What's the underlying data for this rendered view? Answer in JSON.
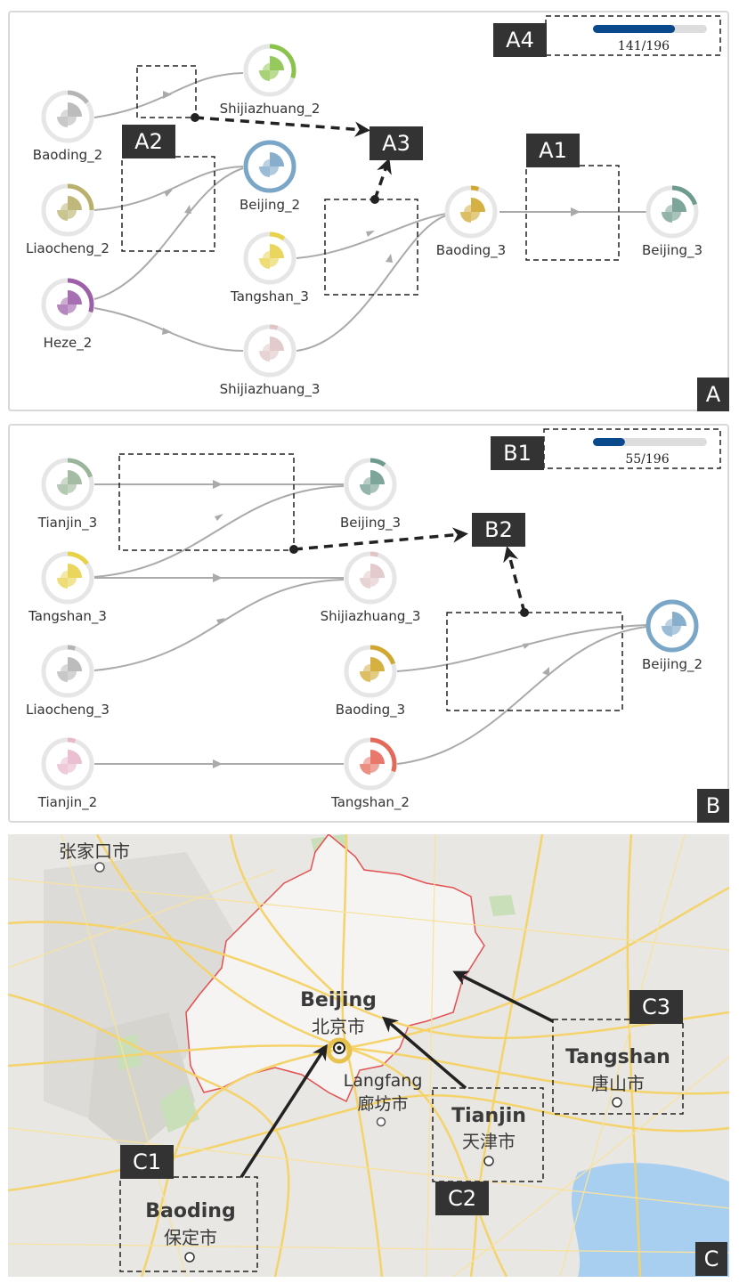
{
  "panels": {
    "a": "A",
    "b": "B",
    "c": "C"
  },
  "colors": {
    "gray": "#b5b5b5",
    "green": "#8bc34a",
    "blue": "#7aa6c8",
    "olive": "#b8b06b",
    "purple": "#9d5fa8",
    "yellow": "#e8d24a",
    "pink": "#e0c4c6",
    "gold": "#d0a830",
    "teal": "#6f9b8e",
    "sage": "#9bb59a",
    "lightpink": "#e8b8cc",
    "red": "#e5695a",
    "edge": "#aaaaaa",
    "progress": "#0a4a8c"
  },
  "panel_a": {
    "progress": {
      "label": "141/196",
      "value": 141,
      "total": 196
    },
    "tags": {
      "a1": "A1",
      "a2": "A2",
      "a3": "A3",
      "a4": "A4"
    },
    "nodes": {
      "baoding2": {
        "label": "Baoding_2",
        "color": "gray",
        "fill": 0.15
      },
      "shijiazhuang2": {
        "label": "Shijiazhuang_2",
        "color": "green",
        "fill": 0.3
      },
      "liaocheng2": {
        "label": "Liaocheng_2",
        "color": "olive",
        "fill": 0.25
      },
      "beijing2": {
        "label": "Beijing_2",
        "color": "blue",
        "fill": 1.0
      },
      "heze2": {
        "label": "Heze_2",
        "color": "purple",
        "fill": 0.3
      },
      "tangshan3": {
        "label": "Tangshan_3",
        "color": "yellow",
        "fill": 0.1
      },
      "shijiazhuang3": {
        "label": "Shijiazhuang_3",
        "color": "pink",
        "fill": 0.05
      },
      "baoding3": {
        "label": "Baoding_3",
        "color": "gold",
        "fill": 0.05
      },
      "beijing3": {
        "label": "Beijing_3",
        "color": "teal",
        "fill": 0.2
      }
    }
  },
  "panel_b": {
    "progress": {
      "label": "55/196",
      "value": 55,
      "total": 196
    },
    "tags": {
      "b1": "B1",
      "b2": "B2"
    },
    "nodes": {
      "tianjin3": {
        "label": "Tianjin_3",
        "color": "sage",
        "fill": 0.2
      },
      "beijing3": {
        "label": "Beijing_3",
        "color": "teal",
        "fill": 0.1
      },
      "tangshan3": {
        "label": "Tangshan_3",
        "color": "yellow",
        "fill": 0.15
      },
      "shijiazhuang3": {
        "label": "Shijiazhuang_3",
        "color": "pink",
        "fill": 0.05
      },
      "liaocheng3": {
        "label": "Liaocheng_3",
        "color": "gray",
        "fill": 0.05
      },
      "baoding3": {
        "label": "Baoding_3",
        "color": "gold",
        "fill": 0.2
      },
      "beijing2": {
        "label": "Beijing_2",
        "color": "blue",
        "fill": 1.0
      },
      "tianjin2": {
        "label": "Tianjin_2",
        "color": "lightpink",
        "fill": 0.05
      },
      "tangshan2": {
        "label": "Tangshan_2",
        "color": "red",
        "fill": 0.3
      }
    }
  },
  "panel_c": {
    "tags": {
      "c1": "C1",
      "c2": "C2",
      "c3": "C3"
    },
    "places": {
      "zhangjiakou": "张家口市",
      "beijing_en": "Beijing",
      "beijing_zh": "北京市",
      "langfang_en": "Langfang",
      "langfang_zh": "廊坊市",
      "tianjin_en": "Tianjin",
      "tianjin_zh": "天津市",
      "tangshan_en": "Tangshan",
      "tangshan_zh": "唐山市",
      "baoding_en": "Baoding",
      "baoding_zh": "保定市"
    }
  }
}
